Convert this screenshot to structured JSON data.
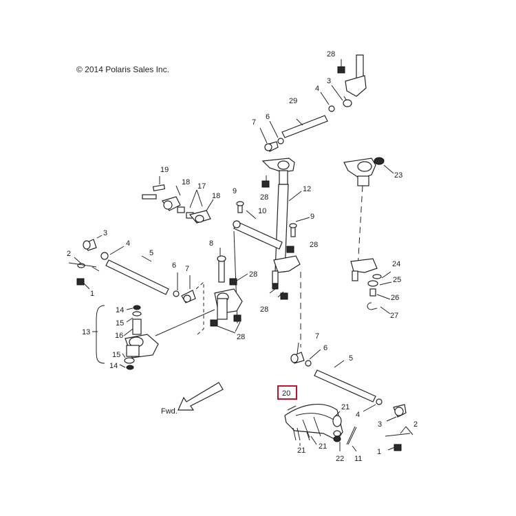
{
  "copyright": "© 2014 Polaris Sales Inc.",
  "direction_label": "Fwd.",
  "callouts": {
    "c28a": "28",
    "c4a": "4",
    "c3a": "3",
    "c29": "29",
    "c6a": "6",
    "c7a": "7",
    "c28b": "28",
    "c12": "12",
    "c23": "23",
    "c19": "19",
    "c18a": "18",
    "c17": "17",
    "c18b": "18",
    "c9a": "9",
    "c10": "10",
    "c9b": "9",
    "c3b": "3",
    "c4b": "4",
    "c2a": "2",
    "c5a": "5",
    "c1a": "1",
    "c8": "8",
    "c6b": "6",
    "c7b": "7",
    "c28c": "28",
    "c28d": "28",
    "c28e": "28",
    "c24": "24",
    "c25": "25",
    "c26": "26",
    "c27": "27",
    "c14a": "14",
    "c15a": "15",
    "c16": "16",
    "c13": "13",
    "c28f": "28",
    "c15b": "15",
    "c14b": "14",
    "c7c": "7",
    "c6c": "6",
    "c5b": "5",
    "c20": "20",
    "c21a": "21",
    "c4c": "4",
    "c3c": "3",
    "c2b": "2",
    "c21b": "21",
    "c21c": "21",
    "c22": "22",
    "c11": "11",
    "c1b": "1"
  },
  "highlight_color": "#c8102e"
}
